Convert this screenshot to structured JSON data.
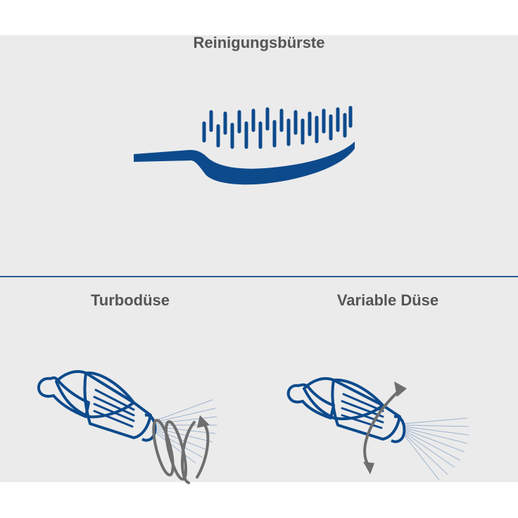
{
  "sections": {
    "brush": {
      "title": "Reinigungsbürste",
      "icon": "brush-icon"
    },
    "turbo": {
      "title": "Turbodüse",
      "icon": "turbo-nozzle-icon"
    },
    "variable": {
      "title": "Variable Düse",
      "icon": "variable-nozzle-icon"
    }
  },
  "colors": {
    "primary": "#0d4a8c",
    "arrow": "#6e6e6e",
    "background": "#ebebeb",
    "text": "#555555",
    "divider": "#2c5a94"
  }
}
